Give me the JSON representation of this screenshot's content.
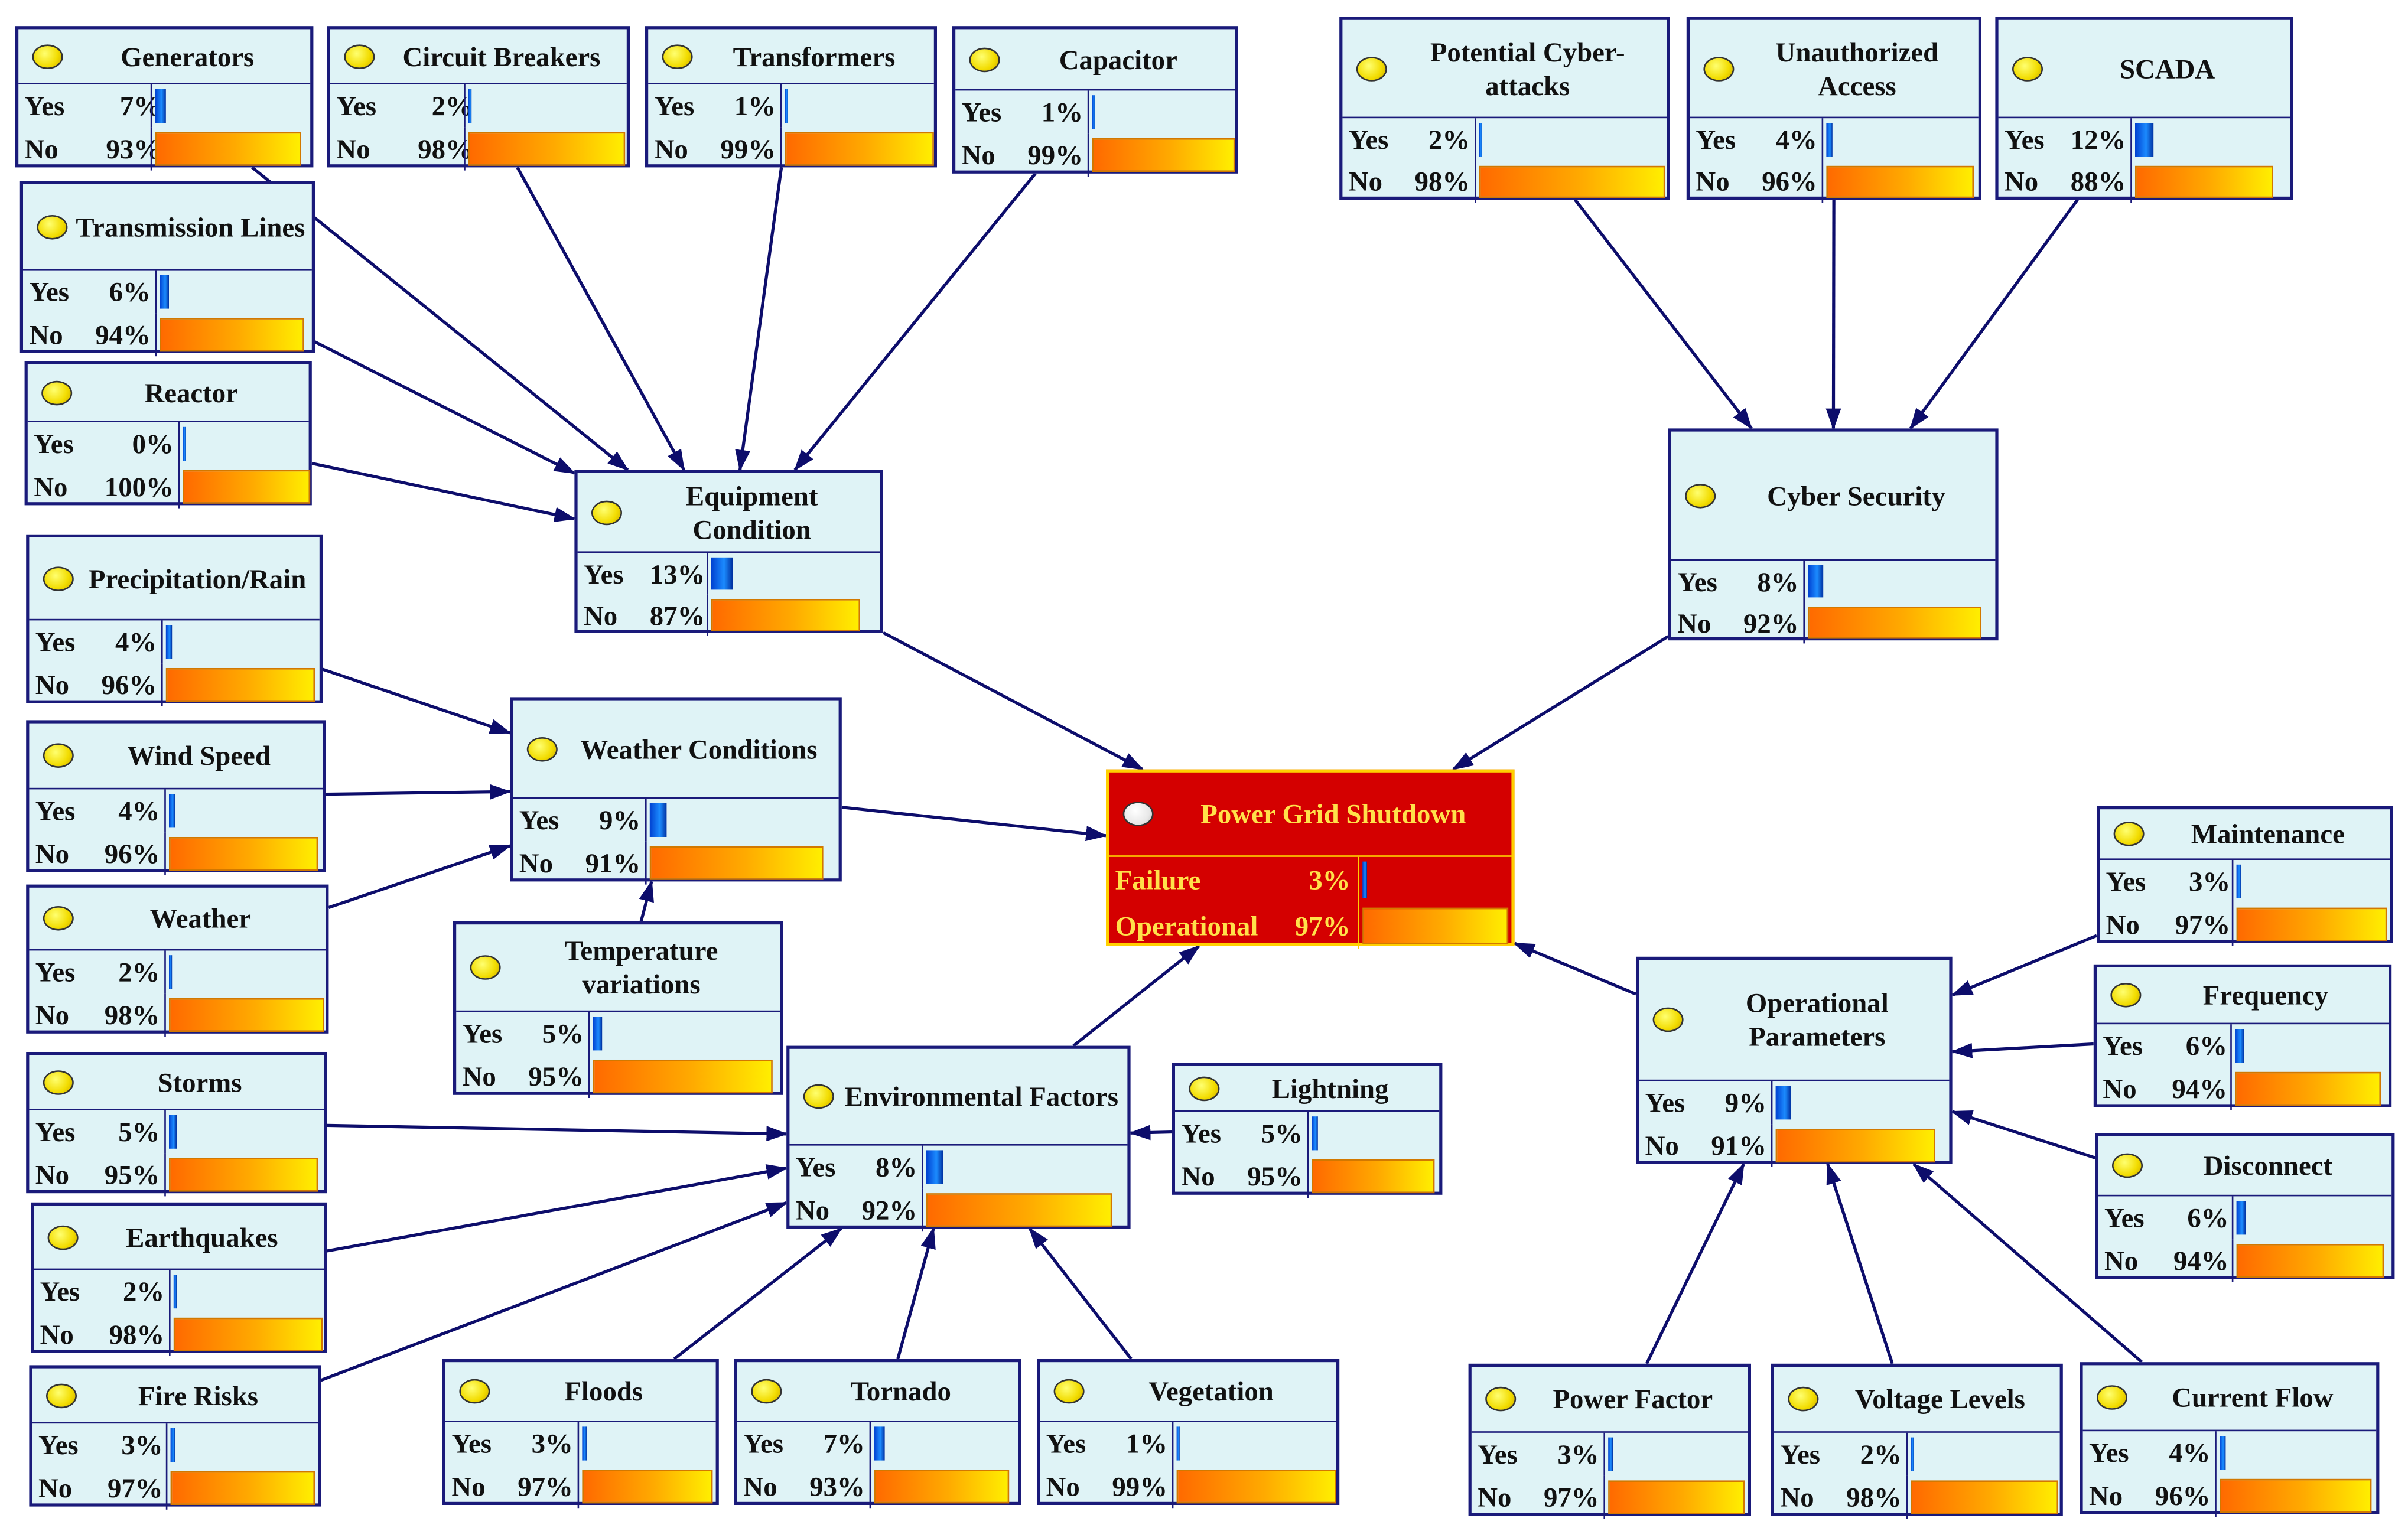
{
  "colors": {
    "node_fill": "#dff3f6",
    "node_border": "#1a1a7a",
    "edge": "#0d0d6b",
    "target_fill": "#d40000",
    "target_border": "#ffd000",
    "target_text": "#ffe14a",
    "yes_bar": "#1c8cff",
    "no_bar": "#ffaa00"
  },
  "nodes": [
    {
      "id": "generators",
      "title": "Generators",
      "states": [
        {
          "label": "Yes",
          "pct": "7%",
          "value": 7
        },
        {
          "label": "No",
          "pct": "93%",
          "value": 93
        }
      ]
    },
    {
      "id": "circuit_breakers",
      "title": "Circuit Breakers",
      "states": [
        {
          "label": "Yes",
          "pct": "2%",
          "value": 2
        },
        {
          "label": "No",
          "pct": "98%",
          "value": 98
        }
      ]
    },
    {
      "id": "transformers",
      "title": "Transformers",
      "states": [
        {
          "label": "Yes",
          "pct": "1%",
          "value": 1
        },
        {
          "label": "No",
          "pct": "99%",
          "value": 99
        }
      ]
    },
    {
      "id": "capacitor",
      "title": "Capacitor",
      "states": [
        {
          "label": "Yes",
          "pct": "1%",
          "value": 1
        },
        {
          "label": "No",
          "pct": "99%",
          "value": 99
        }
      ]
    },
    {
      "id": "transmission_lines",
      "title": "Transmission Lines",
      "states": [
        {
          "label": "Yes",
          "pct": "6%",
          "value": 6
        },
        {
          "label": "No",
          "pct": "94%",
          "value": 94
        }
      ]
    },
    {
      "id": "reactor",
      "title": "Reactor",
      "states": [
        {
          "label": "Yes",
          "pct": "0%",
          "value": 0
        },
        {
          "label": "No",
          "pct": "100%",
          "value": 100
        }
      ]
    },
    {
      "id": "equipment_condition",
      "title": "Equipment Condition",
      "states": [
        {
          "label": "Yes",
          "pct": "13%",
          "value": 13
        },
        {
          "label": "No",
          "pct": "87%",
          "value": 87
        }
      ]
    },
    {
      "id": "potential_cyber_attacks",
      "title": "Potential Cyber-attacks",
      "states": [
        {
          "label": "Yes",
          "pct": "2%",
          "value": 2
        },
        {
          "label": "No",
          "pct": "98%",
          "value": 98
        }
      ]
    },
    {
      "id": "unauthorized_access",
      "title": "Unauthorized Access",
      "states": [
        {
          "label": "Yes",
          "pct": "4%",
          "value": 4
        },
        {
          "label": "No",
          "pct": "96%",
          "value": 96
        }
      ]
    },
    {
      "id": "scada",
      "title": "SCADA",
      "states": [
        {
          "label": "Yes",
          "pct": "12%",
          "value": 12
        },
        {
          "label": "No",
          "pct": "88%",
          "value": 88
        }
      ]
    },
    {
      "id": "cyber_security",
      "title": "Cyber Security",
      "states": [
        {
          "label": "Yes",
          "pct": "8%",
          "value": 8
        },
        {
          "label": "No",
          "pct": "92%",
          "value": 92
        }
      ]
    },
    {
      "id": "precipitation_rain",
      "title": "Precipitation/Rain",
      "states": [
        {
          "label": "Yes",
          "pct": "4%",
          "value": 4
        },
        {
          "label": "No",
          "pct": "96%",
          "value": 96
        }
      ]
    },
    {
      "id": "wind_speed",
      "title": "Wind Speed",
      "states": [
        {
          "label": "Yes",
          "pct": "4%",
          "value": 4
        },
        {
          "label": "No",
          "pct": "96%",
          "value": 96
        }
      ]
    },
    {
      "id": "weather",
      "title": "Weather",
      "states": [
        {
          "label": "Yes",
          "pct": "2%",
          "value": 2
        },
        {
          "label": "No",
          "pct": "98%",
          "value": 98
        }
      ]
    },
    {
      "id": "weather_conditions",
      "title": "Weather Conditions",
      "states": [
        {
          "label": "Yes",
          "pct": "9%",
          "value": 9
        },
        {
          "label": "No",
          "pct": "91%",
          "value": 91
        }
      ]
    },
    {
      "id": "power_grid_shutdown",
      "title": "Power Grid Shutdown",
      "target": true,
      "states": [
        {
          "label": "Failure",
          "pct": "3%",
          "value": 3
        },
        {
          "label": "Operational",
          "pct": "97%",
          "value": 97
        }
      ]
    },
    {
      "id": "temperature_variations",
      "title": "Temperature variations",
      "states": [
        {
          "label": "Yes",
          "pct": "5%",
          "value": 5
        },
        {
          "label": "No",
          "pct": "95%",
          "value": 95
        }
      ]
    },
    {
      "id": "storms",
      "title": "Storms",
      "states": [
        {
          "label": "Yes",
          "pct": "5%",
          "value": 5
        },
        {
          "label": "No",
          "pct": "95%",
          "value": 95
        }
      ]
    },
    {
      "id": "environmental_factors",
      "title": "Environmental Factors",
      "states": [
        {
          "label": "Yes",
          "pct": "8%",
          "value": 8
        },
        {
          "label": "No",
          "pct": "92%",
          "value": 92
        }
      ]
    },
    {
      "id": "lightning",
      "title": "Lightning",
      "states": [
        {
          "label": "Yes",
          "pct": "5%",
          "value": 5
        },
        {
          "label": "No",
          "pct": "95%",
          "value": 95
        }
      ]
    },
    {
      "id": "earthquakes",
      "title": "Earthquakes",
      "states": [
        {
          "label": "Yes",
          "pct": "2%",
          "value": 2
        },
        {
          "label": "No",
          "pct": "98%",
          "value": 98
        }
      ]
    },
    {
      "id": "fire_risks",
      "title": "Fire Risks",
      "states": [
        {
          "label": "Yes",
          "pct": "3%",
          "value": 3
        },
        {
          "label": "No",
          "pct": "97%",
          "value": 97
        }
      ]
    },
    {
      "id": "floods",
      "title": "Floods",
      "states": [
        {
          "label": "Yes",
          "pct": "3%",
          "value": 3
        },
        {
          "label": "No",
          "pct": "97%",
          "value": 97
        }
      ]
    },
    {
      "id": "tornado",
      "title": "Tornado",
      "states": [
        {
          "label": "Yes",
          "pct": "7%",
          "value": 7
        },
        {
          "label": "No",
          "pct": "93%",
          "value": 93
        }
      ]
    },
    {
      "id": "vegetation",
      "title": "Vegetation",
      "states": [
        {
          "label": "Yes",
          "pct": "1%",
          "value": 1
        },
        {
          "label": "No",
          "pct": "99%",
          "value": 99
        }
      ]
    },
    {
      "id": "maintenance",
      "title": "Maintenance",
      "states": [
        {
          "label": "Yes",
          "pct": "3%",
          "value": 3
        },
        {
          "label": "No",
          "pct": "97%",
          "value": 97
        }
      ]
    },
    {
      "id": "frequency",
      "title": "Frequency",
      "states": [
        {
          "label": "Yes",
          "pct": "6%",
          "value": 6
        },
        {
          "label": "No",
          "pct": "94%",
          "value": 94
        }
      ]
    },
    {
      "id": "operational_parameters",
      "title": "Operational Parameters",
      "states": [
        {
          "label": "Yes",
          "pct": "9%",
          "value": 9
        },
        {
          "label": "No",
          "pct": "91%",
          "value": 91
        }
      ]
    },
    {
      "id": "disconnect",
      "title": "Disconnect",
      "states": [
        {
          "label": "Yes",
          "pct": "6%",
          "value": 6
        },
        {
          "label": "No",
          "pct": "94%",
          "value": 94
        }
      ]
    },
    {
      "id": "power_factor",
      "title": "Power Factor",
      "states": [
        {
          "label": "Yes",
          "pct": "3%",
          "value": 3
        },
        {
          "label": "No",
          "pct": "97%",
          "value": 97
        }
      ]
    },
    {
      "id": "voltage_levels",
      "title": "Voltage Levels",
      "states": [
        {
          "label": "Yes",
          "pct": "2%",
          "value": 2
        },
        {
          "label": "No",
          "pct": "98%",
          "value": 98
        }
      ]
    },
    {
      "id": "current_flow",
      "title": "Current Flow",
      "states": [
        {
          "label": "Yes",
          "pct": "4%",
          "value": 4
        },
        {
          "label": "No",
          "pct": "96%",
          "value": 96
        }
      ]
    }
  ],
  "edges": [
    {
      "from": "generators",
      "to": "equipment_condition"
    },
    {
      "from": "circuit_breakers",
      "to": "equipment_condition"
    },
    {
      "from": "transformers",
      "to": "equipment_condition"
    },
    {
      "from": "capacitor",
      "to": "equipment_condition"
    },
    {
      "from": "transmission_lines",
      "to": "equipment_condition"
    },
    {
      "from": "reactor",
      "to": "equipment_condition"
    },
    {
      "from": "potential_cyber_attacks",
      "to": "cyber_security"
    },
    {
      "from": "unauthorized_access",
      "to": "cyber_security"
    },
    {
      "from": "scada",
      "to": "cyber_security"
    },
    {
      "from": "equipment_condition",
      "to": "power_grid_shutdown"
    },
    {
      "from": "cyber_security",
      "to": "power_grid_shutdown"
    },
    {
      "from": "weather_conditions",
      "to": "power_grid_shutdown"
    },
    {
      "from": "environmental_factors",
      "to": "power_grid_shutdown"
    },
    {
      "from": "operational_parameters",
      "to": "power_grid_shutdown"
    },
    {
      "from": "precipitation_rain",
      "to": "weather_conditions"
    },
    {
      "from": "wind_speed",
      "to": "weather_conditions"
    },
    {
      "from": "weather",
      "to": "weather_conditions"
    },
    {
      "from": "temperature_variations",
      "to": "weather_conditions"
    },
    {
      "from": "storms",
      "to": "environmental_factors"
    },
    {
      "from": "earthquakes",
      "to": "environmental_factors"
    },
    {
      "from": "fire_risks",
      "to": "environmental_factors"
    },
    {
      "from": "floods",
      "to": "environmental_factors"
    },
    {
      "from": "tornado",
      "to": "environmental_factors"
    },
    {
      "from": "vegetation",
      "to": "environmental_factors"
    },
    {
      "from": "lightning",
      "to": "environmental_factors"
    },
    {
      "from": "maintenance",
      "to": "operational_parameters"
    },
    {
      "from": "frequency",
      "to": "operational_parameters"
    },
    {
      "from": "disconnect",
      "to": "operational_parameters"
    },
    {
      "from": "power_factor",
      "to": "operational_parameters"
    },
    {
      "from": "voltage_levels",
      "to": "operational_parameters"
    },
    {
      "from": "current_flow",
      "to": "operational_parameters"
    }
  ]
}
